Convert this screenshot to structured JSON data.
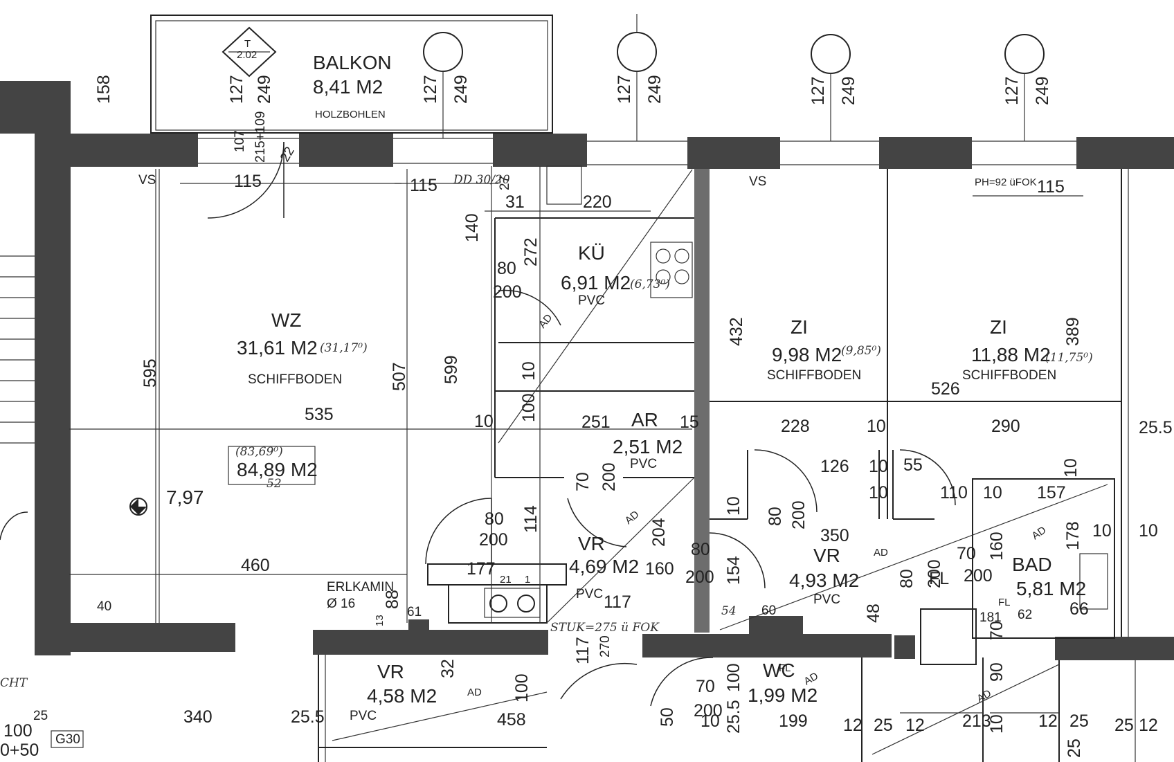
{
  "balcony": {
    "name": "BALKON",
    "area": "8,41 M2",
    "floor": "HOLZBOHLEN"
  },
  "marker": {
    "letter": "T",
    "number": "2.02"
  },
  "window_dims": [
    "127",
    "249"
  ],
  "rooms": {
    "wz": {
      "name": "WZ",
      "area": "31,61 M2",
      "note": "(31,17⁰)",
      "floor": "SCHIFFBODEN"
    },
    "kue": {
      "name": "KÜ",
      "area": "6,91 M2",
      "note": "(6,73⁰)",
      "floor": "PVC"
    },
    "ar": {
      "name": "AR",
      "area": "2,51 M2",
      "floor": "PVC"
    },
    "zi1": {
      "name": "ZI",
      "area": "9,98 M2",
      "note": "(9,85⁰)",
      "floor": "SCHIFFBODEN"
    },
    "zi2": {
      "name": "ZI",
      "area": "11,88 M2",
      "note": "(11,75⁰)",
      "floor": "SCHIFFBODEN"
    },
    "vr1": {
      "name": "VR",
      "area": "4,69 M2",
      "floor": "PVC"
    },
    "vr2": {
      "name": "VR",
      "area": "4,93 M2",
      "floor": "PVC"
    },
    "vr3": {
      "name": "VR",
      "area": "4,58 M2",
      "floor": "PVC"
    },
    "bad": {
      "name": "BAD",
      "area": "5,81 M2"
    },
    "wc": {
      "name": "WC",
      "area": "1,99 M2"
    }
  },
  "total": {
    "note": "(83,69⁰)",
    "area": "84,89 M2",
    "sub": "52"
  },
  "level": "7,97",
  "erlkamin": {
    "label": "ERLKAMIN",
    "diam": "Ø 16",
    "num": "88"
  },
  "labels": {
    "vs_left": "VS",
    "vs_right": "VS",
    "dd": "DD 30/20",
    "ph": "PH=92 üFOK",
    "stuk": "STUK=275 ü FOK",
    "ad": "AD",
    "g30": "G30",
    "cht": "CHT",
    "fl": "FL"
  },
  "dims": {
    "d158": "158",
    "d107": "107",
    "d215": "215+109",
    "d22": "22",
    "d115a": "115",
    "d115b": "115",
    "d115c": "115",
    "d31": "31",
    "d220": "220",
    "d140": "140",
    "d272": "272",
    "d80a": "80",
    "d200a": "200",
    "d432": "432",
    "d389": "389",
    "d595": "595",
    "d507": "507",
    "d599": "599",
    "d535": "535",
    "d526": "526",
    "d10a": "10",
    "d100a": "100",
    "d10b": "10",
    "d251": "251",
    "d15": "15",
    "d228": "228",
    "d10c": "10",
    "d290": "290",
    "d255a": "25.5",
    "d126": "126",
    "d10d": "10",
    "d55": "55",
    "d10e": "10",
    "d110": "110",
    "d10f": "10",
    "d157": "157",
    "d10g": "10",
    "d70a": "70",
    "d200b": "200",
    "d80b": "80",
    "d200c": "200",
    "d114": "114",
    "d204": "204",
    "d10h": "10",
    "d80c": "80",
    "d200d": "200",
    "d350": "350",
    "d178": "178",
    "d10i": "10",
    "d10j": "10",
    "d160a": "160",
    "d80d": "80",
    "d200e": "200",
    "d154": "154",
    "d80e": "80",
    "d200f": "200",
    "d70b": "70",
    "d200g": "200",
    "d160b": "160",
    "d460": "460",
    "d177": "177",
    "d21": "21",
    "d1": "1",
    "d40": "40",
    "d61": "61",
    "d13": "13",
    "d117a": "117",
    "d117b": "117",
    "d270": "270",
    "d54": "54",
    "d60": "60",
    "d48": "48",
    "d181": "181",
    "d62": "62",
    "d66": "66",
    "d70c": "70",
    "d90": "90",
    "d32": "32",
    "d100b": "100",
    "d458": "458",
    "d340": "340",
    "d255b": "25.5",
    "d25a": "25",
    "d100c": "100",
    "d050": "0+50",
    "d50": "50",
    "d70d": "70",
    "d200h": "200",
    "d100d": "100",
    "d10k": "10",
    "d255c": "25.5",
    "d199": "199",
    "d12a": "12",
    "d25b": "25",
    "d12b": "12",
    "d213": "213",
    "d10l": "10",
    "d12c": "12",
    "d25c": "25",
    "d25d": "25",
    "d12d": "12",
    "d25e": "25",
    "d27": "27"
  }
}
